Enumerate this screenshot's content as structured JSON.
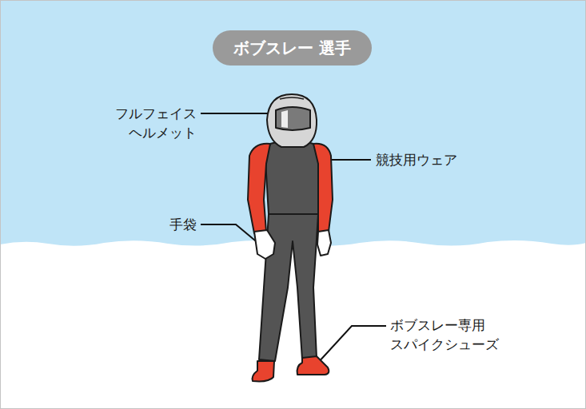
{
  "diagram": {
    "title": "ボブスレー 選手",
    "labels": [
      "フルフェイス ヘルメット",
      "競技用ウェア",
      "手袋",
      "ボブスレー専用 スパイクシューズ"
    ]
  }
}
